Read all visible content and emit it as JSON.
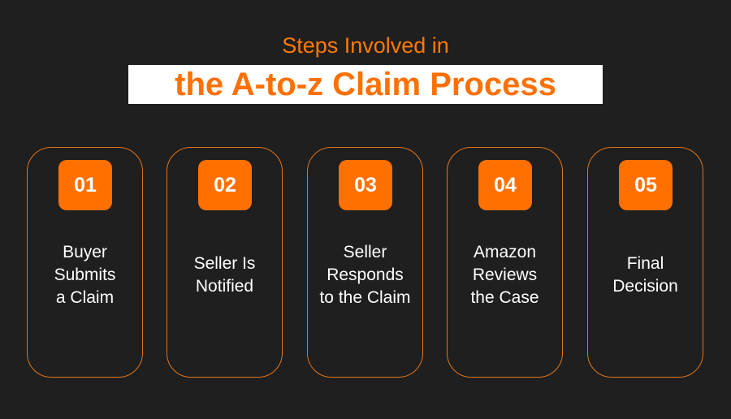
{
  "header": {
    "subtitle": "Steps Involved in",
    "title": "the A-to-z Claim Process"
  },
  "colors": {
    "accent": "#ff7000",
    "background": "#1f1f1f"
  },
  "steps": [
    {
      "number": "01",
      "label": "Buyer\nSubmits\na Claim"
    },
    {
      "number": "02",
      "label": "Seller Is\nNotified"
    },
    {
      "number": "03",
      "label": "Seller\nResponds\nto the Claim"
    },
    {
      "number": "04",
      "label": "Amazon\nReviews\nthe Case"
    },
    {
      "number": "05",
      "label": "Final\nDecision"
    }
  ]
}
